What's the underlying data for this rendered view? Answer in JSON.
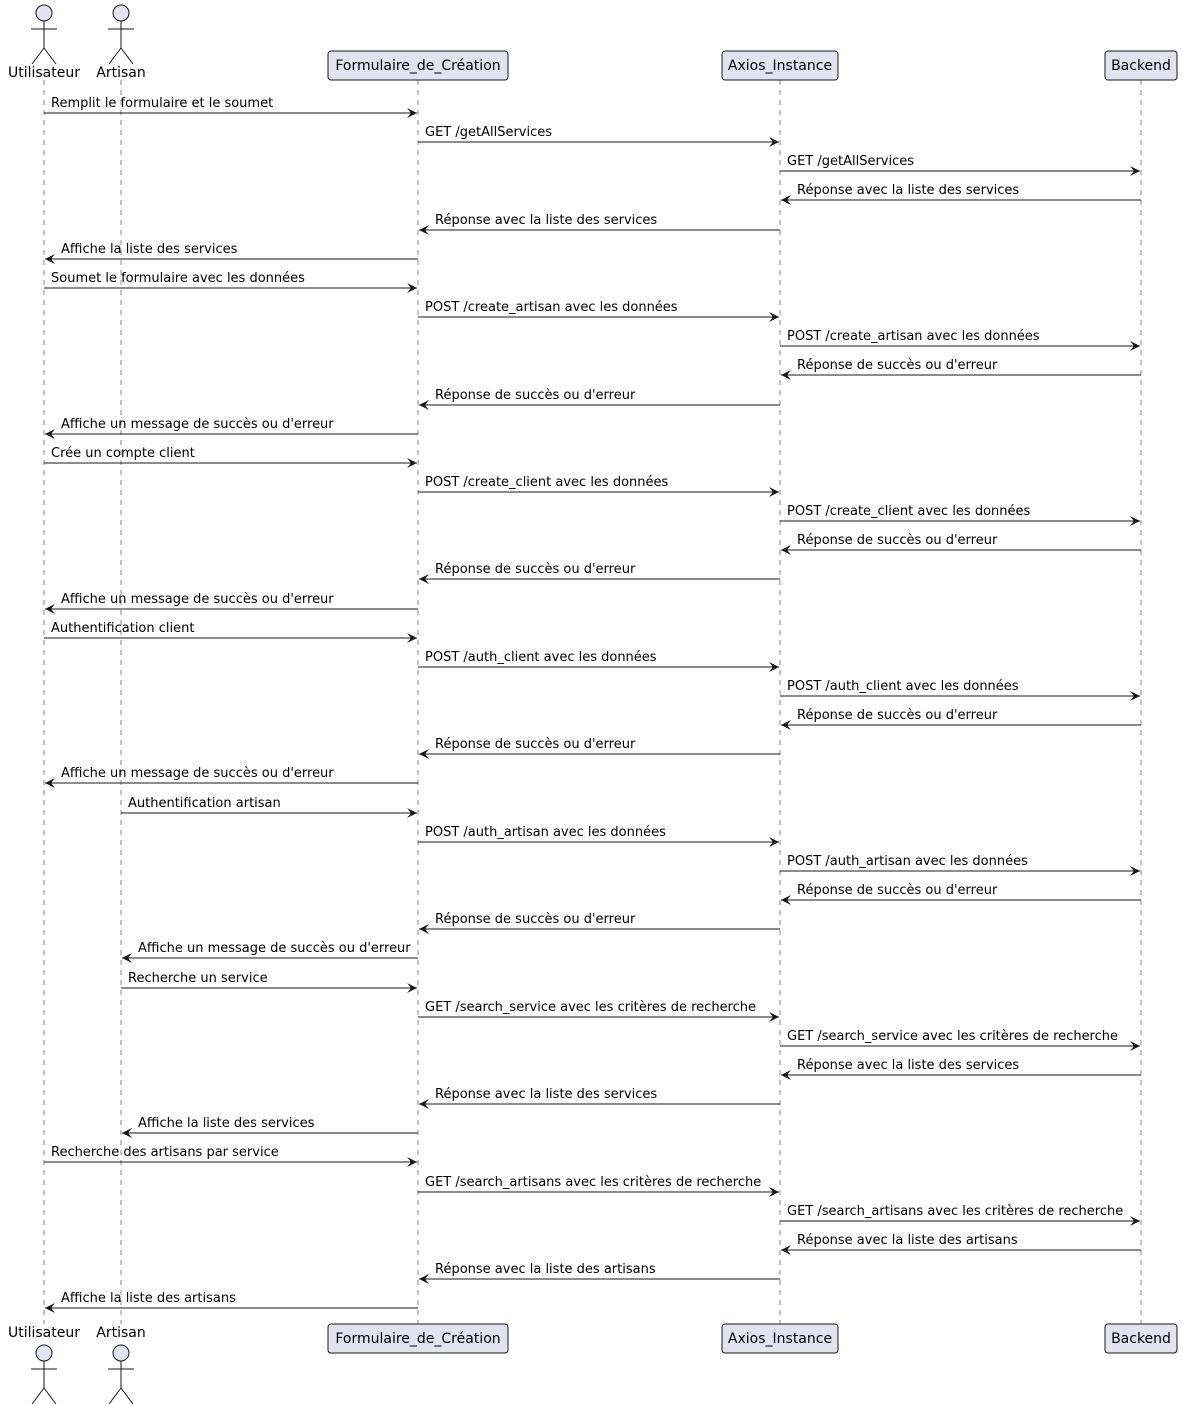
{
  "participants": [
    {
      "id": "utilisateur",
      "label": "Utilisateur",
      "kind": "actor"
    },
    {
      "id": "artisan",
      "label": "Artisan",
      "kind": "actor"
    },
    {
      "id": "formulaire",
      "label": "Formulaire_de_Création",
      "kind": "participant"
    },
    {
      "id": "axios",
      "label": "Axios_Instance",
      "kind": "participant"
    },
    {
      "id": "backend",
      "label": "Backend",
      "kind": "participant"
    }
  ],
  "messages": [
    {
      "from": "utilisateur",
      "to": "formulaire",
      "label": "Remplit le formulaire et le soumet"
    },
    {
      "from": "formulaire",
      "to": "axios",
      "label": "GET /getAllServices"
    },
    {
      "from": "axios",
      "to": "backend",
      "label": "GET /getAllServices"
    },
    {
      "from": "backend",
      "to": "axios",
      "label": "Réponse avec la liste des services"
    },
    {
      "from": "axios",
      "to": "formulaire",
      "label": "Réponse avec la liste des services"
    },
    {
      "from": "formulaire",
      "to": "utilisateur",
      "label": "Affiche la liste des services"
    },
    {
      "from": "utilisateur",
      "to": "formulaire",
      "label": "Soumet le formulaire avec les données"
    },
    {
      "from": "formulaire",
      "to": "axios",
      "label": "POST /create_artisan avec les données"
    },
    {
      "from": "axios",
      "to": "backend",
      "label": "POST /create_artisan avec les données"
    },
    {
      "from": "backend",
      "to": "axios",
      "label": "Réponse de succès ou d'erreur"
    },
    {
      "from": "axios",
      "to": "formulaire",
      "label": "Réponse de succès ou d'erreur"
    },
    {
      "from": "formulaire",
      "to": "utilisateur",
      "label": "Affiche un message de succès ou d'erreur"
    },
    {
      "from": "utilisateur",
      "to": "formulaire",
      "label": "Crée un compte client"
    },
    {
      "from": "formulaire",
      "to": "axios",
      "label": "POST /create_client avec les données"
    },
    {
      "from": "axios",
      "to": "backend",
      "label": "POST /create_client avec les données"
    },
    {
      "from": "backend",
      "to": "axios",
      "label": "Réponse de succès ou d'erreur"
    },
    {
      "from": "axios",
      "to": "formulaire",
      "label": "Réponse de succès ou d'erreur"
    },
    {
      "from": "formulaire",
      "to": "utilisateur",
      "label": "Affiche un message de succès ou d'erreur"
    },
    {
      "from": "utilisateur",
      "to": "formulaire",
      "label": "Authentification client"
    },
    {
      "from": "formulaire",
      "to": "axios",
      "label": "POST /auth_client avec les données"
    },
    {
      "from": "axios",
      "to": "backend",
      "label": "POST /auth_client avec les données"
    },
    {
      "from": "backend",
      "to": "axios",
      "label": "Réponse de succès ou d'erreur"
    },
    {
      "from": "axios",
      "to": "formulaire",
      "label": "Réponse de succès ou d'erreur"
    },
    {
      "from": "formulaire",
      "to": "utilisateur",
      "label": "Affiche un message de succès ou d'erreur"
    },
    {
      "from": "artisan",
      "to": "formulaire",
      "label": "Authentification artisan"
    },
    {
      "from": "formulaire",
      "to": "axios",
      "label": "POST /auth_artisan avec les données"
    },
    {
      "from": "axios",
      "to": "backend",
      "label": "POST /auth_artisan avec les données"
    },
    {
      "from": "backend",
      "to": "axios",
      "label": "Réponse de succès ou d'erreur"
    },
    {
      "from": "axios",
      "to": "formulaire",
      "label": "Réponse de succès ou d'erreur"
    },
    {
      "from": "formulaire",
      "to": "artisan",
      "label": "Affiche un message de succès ou d'erreur"
    },
    {
      "from": "artisan",
      "to": "formulaire",
      "label": "Recherche un service"
    },
    {
      "from": "formulaire",
      "to": "axios",
      "label": "GET /search_service avec les critères de recherche"
    },
    {
      "from": "axios",
      "to": "backend",
      "label": "GET /search_service avec les critères de recherche"
    },
    {
      "from": "backend",
      "to": "axios",
      "label": "Réponse avec la liste des services"
    },
    {
      "from": "axios",
      "to": "formulaire",
      "label": "Réponse avec la liste des services"
    },
    {
      "from": "formulaire",
      "to": "artisan",
      "label": "Affiche la liste des services"
    },
    {
      "from": "utilisateur",
      "to": "formulaire",
      "label": "Recherche des artisans par service"
    },
    {
      "from": "formulaire",
      "to": "axios",
      "label": "GET /search_artisans avec les critères de recherche"
    },
    {
      "from": "axios",
      "to": "backend",
      "label": "GET /search_artisans avec les critères de recherche"
    },
    {
      "from": "backend",
      "to": "axios",
      "label": "Réponse avec la liste des artisans"
    },
    {
      "from": "axios",
      "to": "formulaire",
      "label": "Réponse avec la liste des artisans"
    },
    {
      "from": "formulaire",
      "to": "utilisateur",
      "label": "Affiche la liste des artisans"
    }
  ],
  "colors": {
    "participant_fill": "#e2e2f0",
    "participant_stroke": "#181818",
    "line": "#181818",
    "lifeline": "#888888",
    "text": "#000000",
    "background": "#ffffff"
  }
}
